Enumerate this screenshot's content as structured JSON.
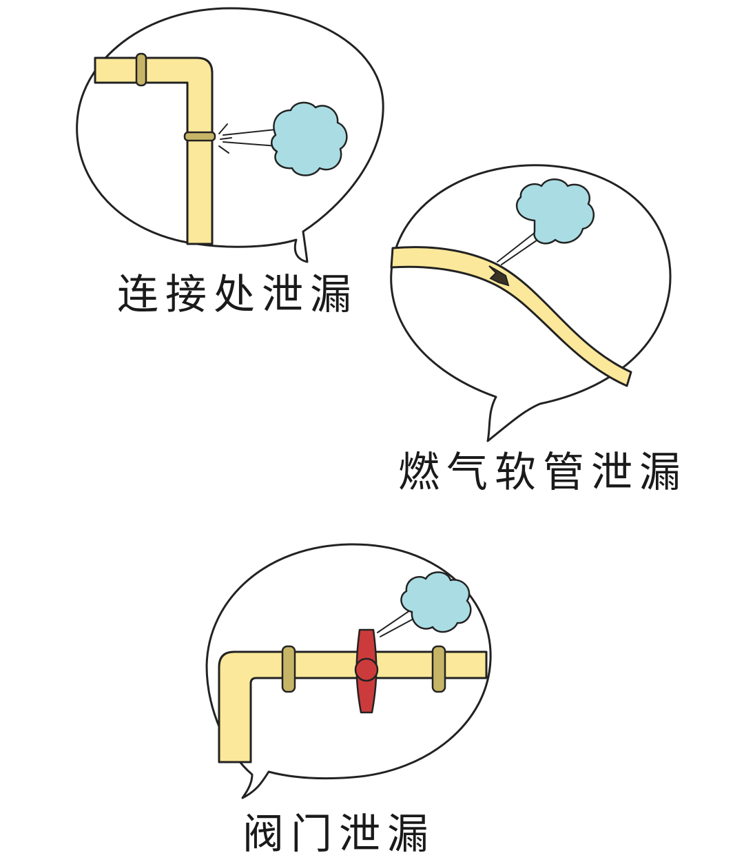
{
  "panels": [
    {
      "caption": "连接处泄漏"
    },
    {
      "caption": "燃气软管泄漏"
    },
    {
      "caption": "阀门泄漏"
    }
  ],
  "colors": {
    "pipe": "#fbe89a",
    "outline": "#222222",
    "gas_cloud": "#a9dde3",
    "ring": "#c7b567",
    "valve": "#cc3b3b",
    "crack": "#3a3225"
  }
}
